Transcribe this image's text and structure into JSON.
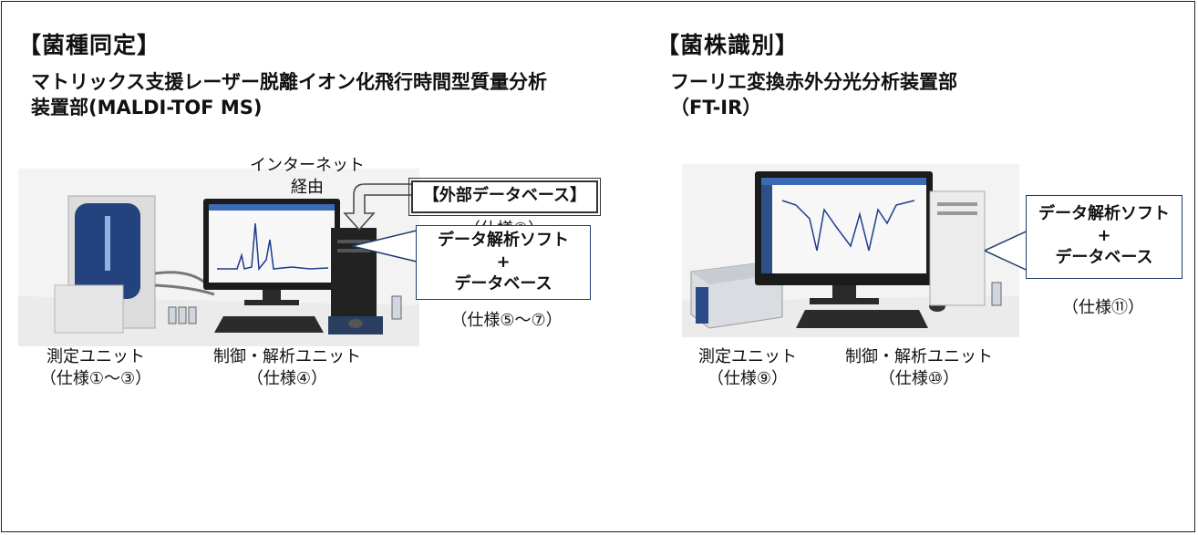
{
  "left": {
    "heading": "【菌種同定】",
    "title_line1": "マトリックス支援レーザー脱離イオン化飛行時間型質量分析",
    "title_line2": "装置部(MALDI-TOF MS)",
    "internet_line1": "インターネット",
    "internet_line2": "経由",
    "external_db": "【外部データベース】",
    "spec_external": "（仕様⑧）",
    "software_line1": "データ解析ソフト",
    "software_plus": "+",
    "software_line2": "データベース",
    "spec_software": "（仕様⑤～⑦）",
    "unit_measure": "測定ユニット",
    "spec_measure": "（仕様①～③）",
    "unit_control": "制御・解析ユニット",
    "spec_control": "（仕様④）"
  },
  "right": {
    "heading": "【菌株識別】",
    "title_line1": "フーリエ変換赤外分光分析装置部",
    "title_line2": "（FT-IR）",
    "software_line1": "データ解析ソフト",
    "software_plus": "+",
    "software_line2": "データベース",
    "spec_software": "（仕様⑪）",
    "unit_measure": "測定ユニット",
    "spec_measure": "（仕様⑨）",
    "unit_control": "制御・解析ユニット",
    "spec_control": "（仕様⑩）"
  },
  "colors": {
    "maldi_blue": "#24427e",
    "box_border": "#1f3b6e",
    "spectrum": "#1e3c8c"
  }
}
